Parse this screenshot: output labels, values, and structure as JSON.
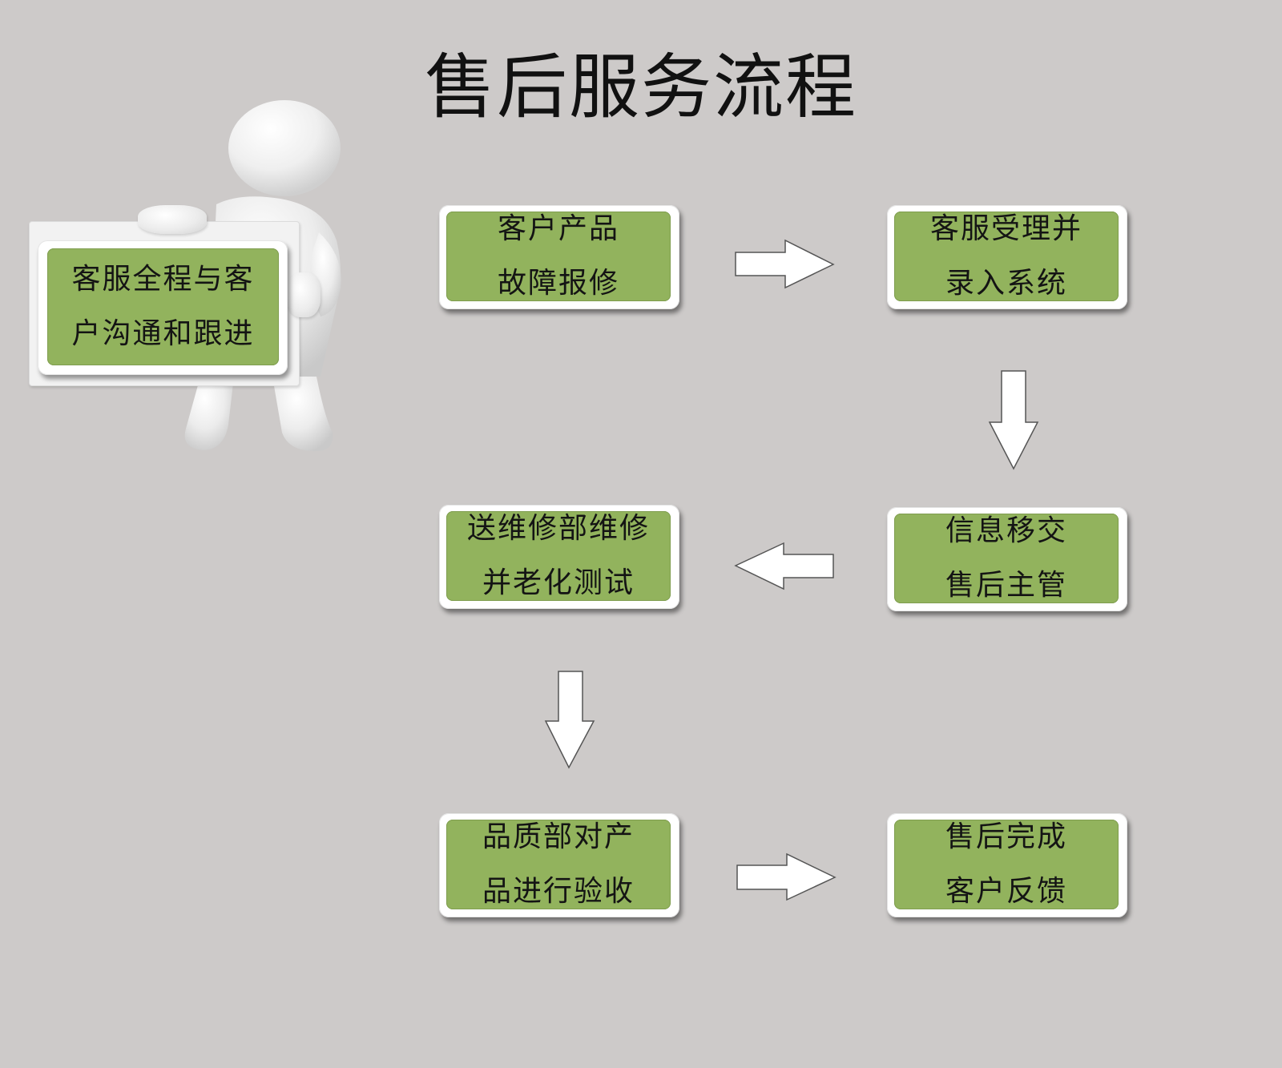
{
  "title": "售后服务流程",
  "colors": {
    "background": "#cdcac9",
    "box_fill": "#92b35d",
    "box_frame": "#ffffff",
    "arrow_fill": "#ffffff",
    "arrow_stroke": "#555555"
  },
  "figure": {
    "icon": "person-holding-sign-icon",
    "sign_lines": [
      "客服全程与客",
      "户沟通和跟进"
    ]
  },
  "steps": [
    {
      "lines": [
        "客户产品",
        "故障报修"
      ]
    },
    {
      "lines": [
        "客服受理并",
        "录入系统"
      ]
    },
    {
      "lines": [
        "信息移交",
        "售后主管"
      ]
    },
    {
      "lines": [
        "送维修部维修",
        "并老化测试"
      ]
    },
    {
      "lines": [
        "品质部对产",
        "品进行验收"
      ]
    },
    {
      "lines": [
        "售后完成",
        "客户反馈"
      ]
    }
  ],
  "connections": [
    {
      "from": 0,
      "to": 1,
      "direction": "right"
    },
    {
      "from": 1,
      "to": 2,
      "direction": "down"
    },
    {
      "from": 2,
      "to": 3,
      "direction": "left"
    },
    {
      "from": 3,
      "to": 4,
      "direction": "down"
    },
    {
      "from": 4,
      "to": 5,
      "direction": "right"
    }
  ]
}
